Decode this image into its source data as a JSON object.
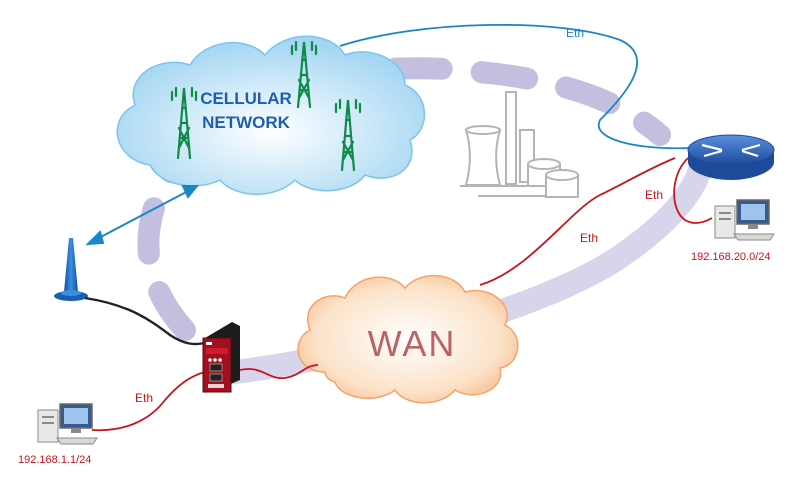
{
  "cloud_cellular": {
    "line1": "CELLULAR",
    "line2": "NETWORK",
    "text_color": "#1f5fb0"
  },
  "cloud_wan": {
    "label": "WAN",
    "text_color": "#b04a4a"
  },
  "links": {
    "eth_top": "Eth",
    "eth_right_short": "Eth",
    "eth_middle": "Eth",
    "eth_left": "Eth"
  },
  "networks": {
    "right_subnet": "192.168.20.0/24",
    "left_subnet": "192.168.1.1/24"
  },
  "colors": {
    "eth_blue": "#1a86c8",
    "eth_red": "#c8141e",
    "cable_black": "#222222",
    "tunnel": "#b9b5d8",
    "cell_cloud": "#a8d8f4",
    "wan_cloud": "#f8c9a0",
    "router_blue": "#2d63b8",
    "modem_red": "#a0101e",
    "plant_gray": "#b4b4b4"
  },
  "icons": [
    "cell-tower-icon",
    "antenna-icon",
    "router-icon",
    "industrial-router-icon",
    "workstation-icon",
    "power-plant-icon"
  ]
}
